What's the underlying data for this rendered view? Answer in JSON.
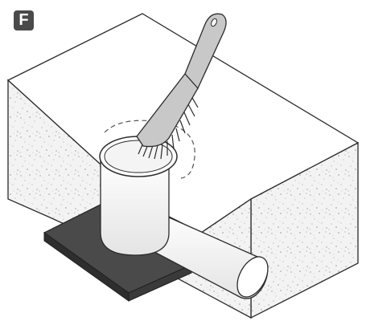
{
  "step": {
    "letter": "F"
  },
  "figure": {
    "objects": [
      "concrete-block",
      "vertical-pipe-sleeve",
      "horizontal-pipe",
      "base-plate",
      "wire-brush",
      "cleaning-area-outline"
    ]
  },
  "colors": {
    "badge_bg": "#4a4a4a",
    "badge_text": "#ffffff",
    "plate": "#4a4a4a",
    "brush_handle": "#c8c8c8",
    "outline": "#2b2b2b",
    "concrete": "#f2f2f2"
  }
}
